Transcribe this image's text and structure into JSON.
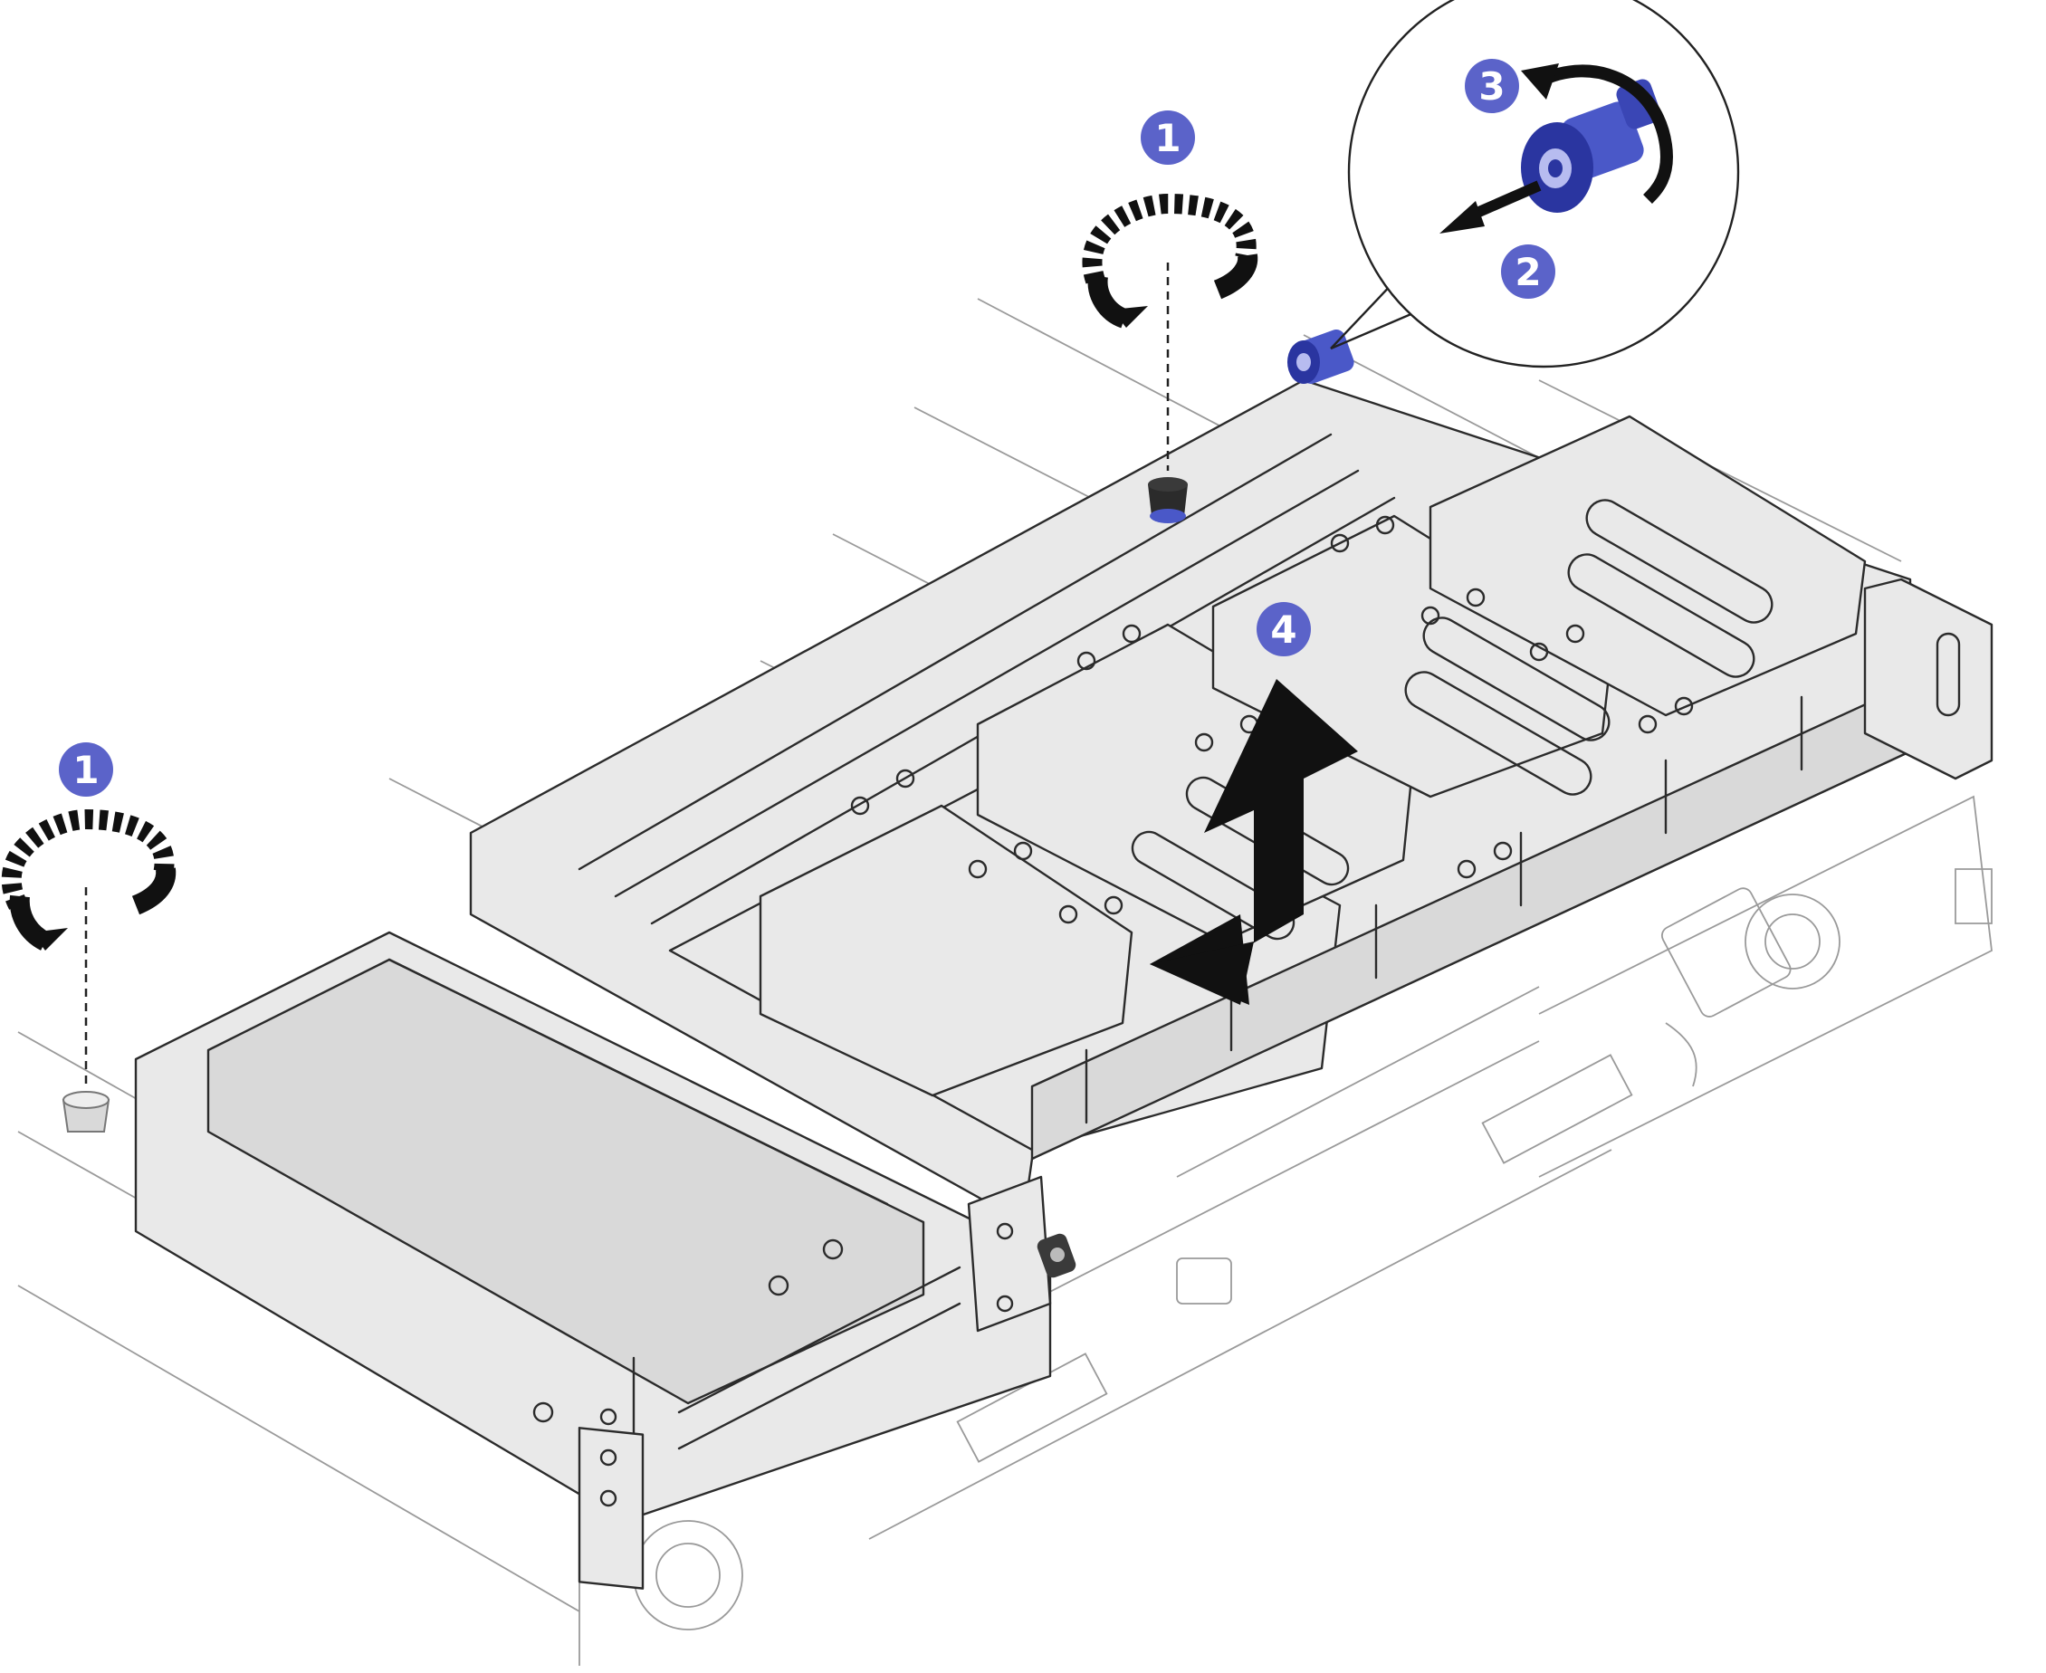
{
  "callouts": [
    {
      "id": "step-1-left",
      "label": "1"
    },
    {
      "id": "step-1-top",
      "label": "1"
    },
    {
      "id": "step-2",
      "label": "2"
    },
    {
      "id": "step-3",
      "label": "3"
    },
    {
      "id": "step-4",
      "label": "4"
    }
  ],
  "colors": {
    "callout": "#5b63c9",
    "thumbscrew": "#4a58c8",
    "line": "#2b2b2b",
    "panel": "#e9e9e9",
    "arrow": "#111111"
  },
  "icons": [
    "rotate-counterclockwise-icon",
    "pull-arrow-icon",
    "rotate-arrow-icon",
    "lift-arrow-icon",
    "thumbscrew-icon",
    "plunger-icon"
  ]
}
